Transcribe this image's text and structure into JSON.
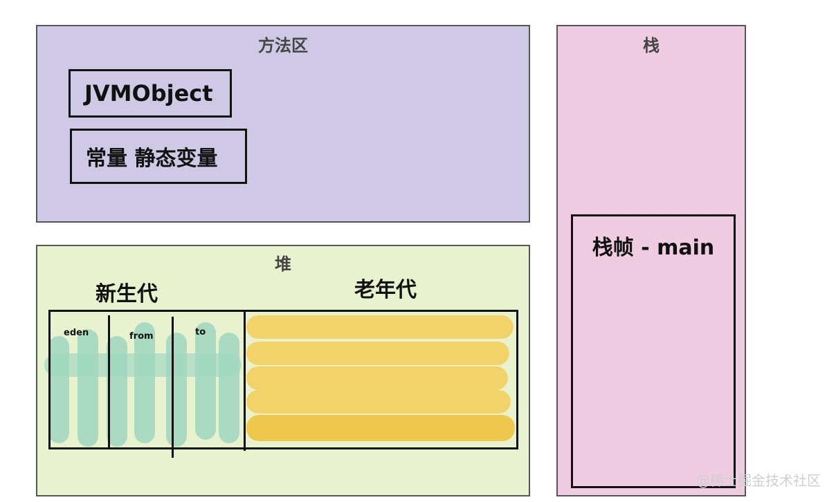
{
  "method_area": {
    "title": "方法区",
    "items": [
      "JVMObject",
      "常量 静态变量"
    ]
  },
  "stack": {
    "title": "栈",
    "frame_label": "栈帧 - main"
  },
  "heap": {
    "title": "堆",
    "young_gen": "新生代",
    "old_gen": "老年代",
    "spaces": [
      "eden",
      "from",
      "to"
    ]
  },
  "watermark": "@稀土掘金技术社区",
  "colors": {
    "method_area": "#cfc9e6",
    "stack": "#f0cce3",
    "heap": "#e9f2cf",
    "young_fill": "#9fd7c0",
    "old_fill": "#f1d36a"
  }
}
